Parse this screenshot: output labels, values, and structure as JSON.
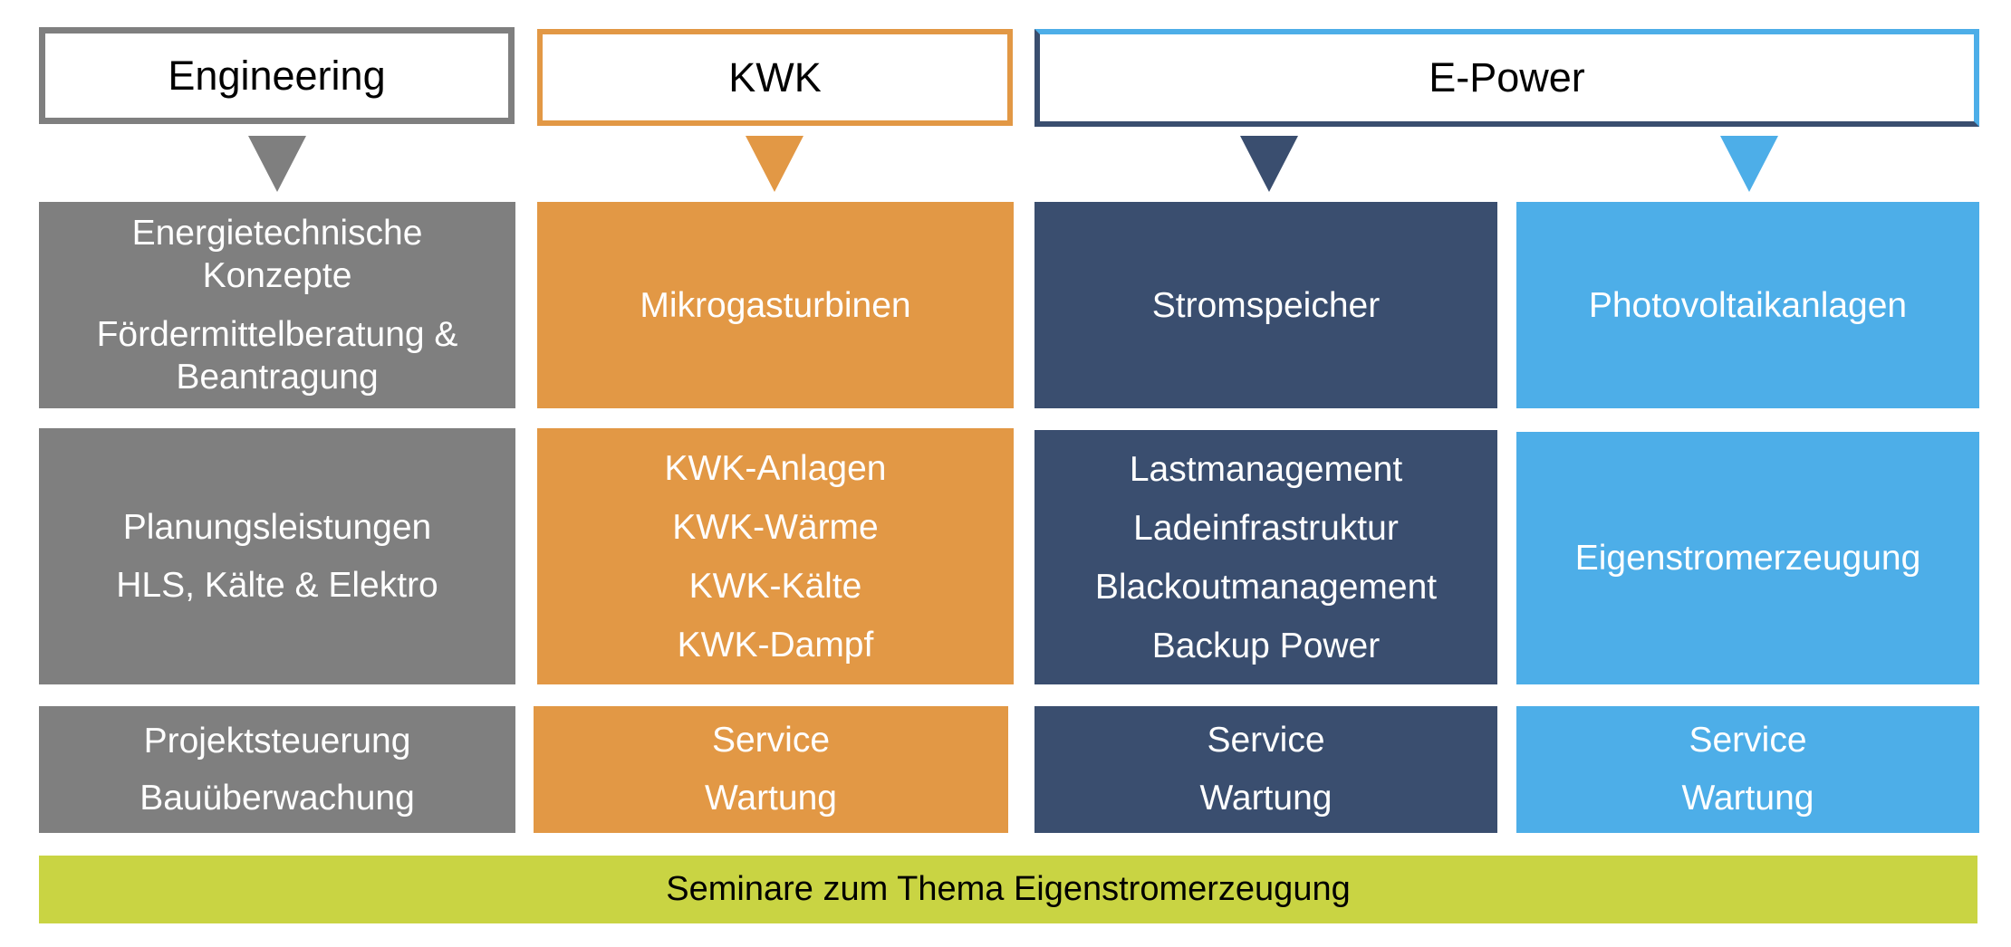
{
  "colors": {
    "gray": "#7f7f7f",
    "orange": "#e29845",
    "navy": "#3a4e6f",
    "lightblue": "#4daee8",
    "green": "#c9d443"
  },
  "headers": {
    "engineering": "Engineering",
    "kwk": "KWK",
    "epower": "E-Power"
  },
  "engineering": {
    "top": {
      "line1": "Energietechnische",
      "line2": "Konzepte",
      "line3": "Fördermittelberatung &",
      "line4": "Beantragung"
    },
    "middle": {
      "line1": "Planungsleistungen",
      "line2": "HLS, Kälte & Elektro"
    },
    "bottom": {
      "line1": "Projektsteuerung",
      "line2": "Bauüberwachung"
    }
  },
  "kwk": {
    "top": {
      "line1": "Mikrogasturbinen"
    },
    "middle": {
      "line1": "KWK-Anlagen",
      "line2": "KWK-Wärme",
      "line3": "KWK-Kälte",
      "line4": "KWK-Dampf"
    },
    "bottom": {
      "line1": "Service",
      "line2": "Wartung"
    }
  },
  "stromspeicher": {
    "top": {
      "line1": "Stromspeicher"
    },
    "middle": {
      "line1": "Lastmanagement",
      "line2": "Ladeinfrastruktur",
      "line3": "Blackoutmanagement",
      "line4": "Backup Power"
    },
    "bottom": {
      "line1": "Service",
      "line2": "Wartung"
    }
  },
  "photovoltaik": {
    "top": {
      "line1": "Photovoltaikanlagen"
    },
    "middle": {
      "line1": "Eigenstromerzeugung"
    },
    "bottom": {
      "line1": "Service",
      "line2": "Wartung"
    }
  },
  "banner": {
    "text": "Seminare zum Thema Eigenstromerzeugung"
  }
}
